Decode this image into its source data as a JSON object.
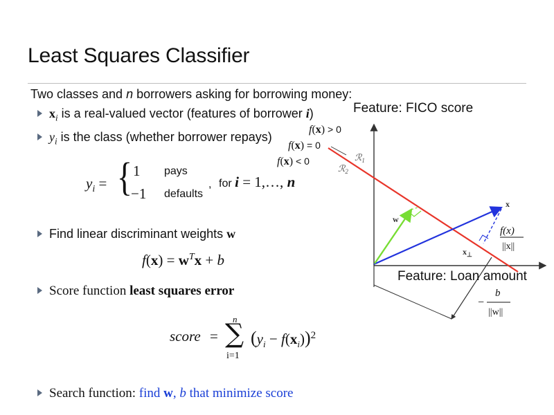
{
  "slide": {
    "title": "Least Squares Classifier",
    "intro_a": "Two classes and ",
    "intro_n": "n",
    "intro_b": " borrowers asking for borrowing money:"
  },
  "bullets": {
    "xi_var": "x",
    "xi_sub": "i",
    "xi_text": " is a real-valued vector (features of borrower ",
    "xi_i": "i",
    "xi_close": ")",
    "yi_var": "y",
    "yi_sub": "i",
    "yi_text": " is the class (whether borrower repays)",
    "weights_text": "Find linear discriminant weights ",
    "weights_w": "w",
    "score_text": "Score function ",
    "score_bold": "least squares error",
    "search_text": "Search function: ",
    "search_find": "find ",
    "search_w": "w",
    "search_comma": ", ",
    "search_b": "b",
    "search_rest": " that minimize score"
  },
  "piecewise": {
    "lhs_var": "y",
    "lhs_sub": "i",
    "eq": " =",
    "case1_value": "1",
    "case1_label": "pays",
    "case2_value": "−1",
    "case2_label": "defaults",
    "comma": ",",
    "for_text": "for ",
    "range_i": "i",
    "range_text": " = 1,…, ",
    "range_n": "n"
  },
  "discriminant": {
    "f": "f",
    "x": "x",
    "eq": " = ",
    "w": "w",
    "T": "T",
    "x2": "x",
    "plus": " + ",
    "b": "b"
  },
  "score_eq": {
    "lhs": "score",
    "eq": "=",
    "sum_top": "n",
    "sum_bottom": "i=1",
    "sigma": "∑",
    "body_open": "(",
    "y": "y",
    "y_sub": "i",
    "minus": " − ",
    "f": "f",
    "x": "x",
    "x_sub": "i",
    "body_close": ")",
    "power": "2"
  },
  "diagram": {
    "fico_label": "Feature: FICO score",
    "loan_label": "Feature: Loan amount",
    "f_gt": "f(x) > 0",
    "f_eq": "f(x) = 0",
    "f_lt": "f(x) < 0",
    "f_gt_sign": " > 0",
    "f_eq_sign": " = 0",
    "f_lt_sign": " < 0",
    "region1": "ℛ",
    "region1_sub": "1",
    "region2": "ℛ",
    "region2_sub": "2",
    "w_label": "w",
    "x_label": "x",
    "xperp_label": "x",
    "xperp_sub": "⊥",
    "proj_num": "f(x)",
    "proj_den": "||x||",
    "bias_minus": "−",
    "bias_num": "b",
    "bias_den": "||w||",
    "colors": {
      "boundary": "#e8352a",
      "x_vector": "#2233dd",
      "w_vector": "#77dd33",
      "axes": "#333333"
    }
  }
}
